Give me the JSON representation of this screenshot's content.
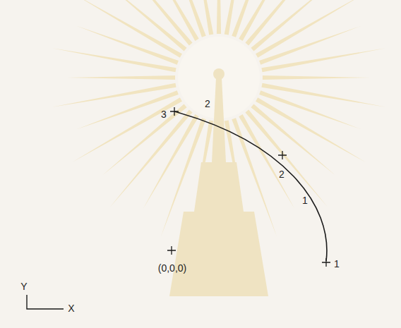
{
  "diagram": {
    "labels": [
      "3",
      "2",
      "2",
      "1",
      "1",
      "(0,0,0)",
      "Y",
      "X"
    ]
  }
}
